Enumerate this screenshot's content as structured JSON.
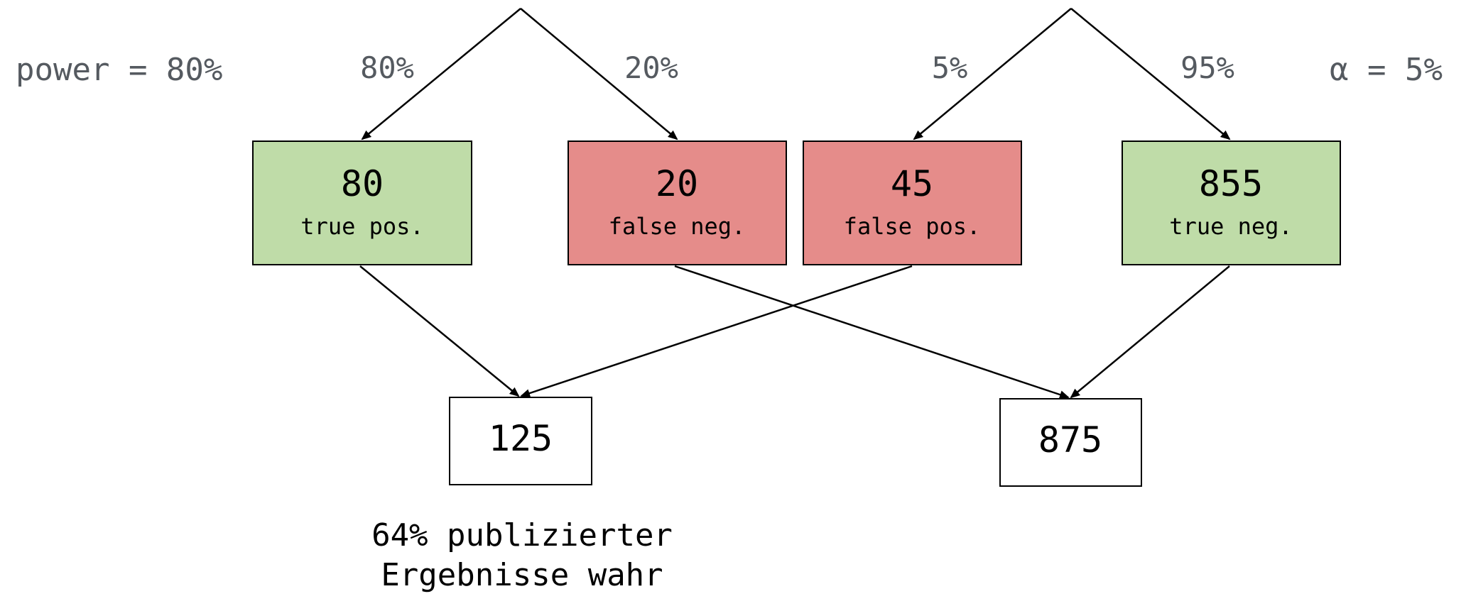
{
  "labels": {
    "power": "power = 80%",
    "alpha": "α = 5%"
  },
  "edges_top": {
    "left_to_true_pos": "80%",
    "left_to_false_neg": "20%",
    "right_to_false_pos": "5%",
    "right_to_true_neg": "95%"
  },
  "boxes": {
    "true_pos": {
      "value": "80",
      "label": "true pos.",
      "color": "#bfdca8"
    },
    "false_neg": {
      "value": "20",
      "label": "false neg.",
      "color": "#e58c8a"
    },
    "false_pos": {
      "value": "45",
      "label": "false pos.",
      "color": "#e58c8a"
    },
    "true_neg": {
      "value": "855",
      "label": "true neg.",
      "color": "#bfdca8"
    }
  },
  "totals": {
    "positive": "125",
    "negative": "875"
  },
  "caption": {
    "line1": "64% publizierter",
    "line2": "Ergebnisse wahr"
  }
}
